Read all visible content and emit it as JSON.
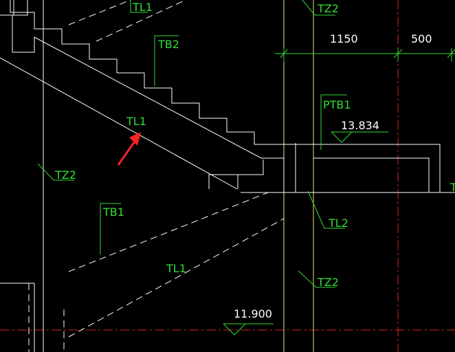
{
  "drawing": {
    "colors": {
      "background": "#000000",
      "outline": "#ffffff",
      "annotation": "#33dd33",
      "grid_yellow": "#e8e86a",
      "axis_red": "#dd2222",
      "pointer_red": "#ff2020"
    },
    "labels": {
      "tl1_top": "TL1",
      "tz2_top": "TZ2",
      "tb2": "TB2",
      "dim_1150": "1150",
      "dim_500": "500",
      "ptb1": "PTB1",
      "elev_upper": "13.834",
      "tl1_pointer": "TL1",
      "tz2_left": "TZ2",
      "tb1": "TB1",
      "tl2": "TL2",
      "tl1_lower": "TL1",
      "tz2_lower": "TZ2",
      "elev_lower": "11.900",
      "edge_t": "T"
    }
  }
}
